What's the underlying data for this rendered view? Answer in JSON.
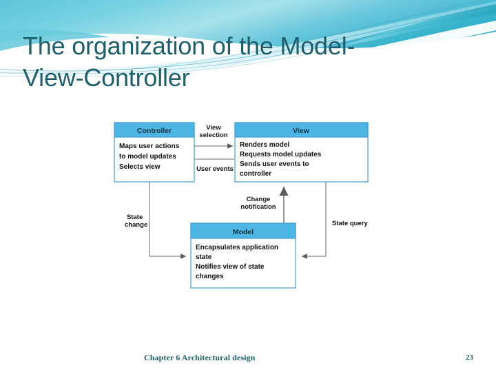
{
  "slide": {
    "title": "The organization of the Model-View-Controller",
    "title_line_1": "The organization of the Model-",
    "title_line_2": "View-Controller",
    "title_color": "#1f5f6b"
  },
  "theme": {
    "banner_teal": "#5fc8d8",
    "banner_blue": "#7fd3e8",
    "banner_deep": "#2aa8bd",
    "box_header_fill": "#4db6e4",
    "box_border": "#3f9ccd",
    "box_body_fill": "#ffffff",
    "arrow_color": "#808080",
    "text_dark": "#111111"
  },
  "diagram": {
    "type": "mvc-architecture",
    "boxes": [
      {
        "id": "controller",
        "title": "Controller",
        "lines": [
          "Maps user actions",
          "to model updates",
          "Selects view"
        ]
      },
      {
        "id": "view",
        "title": "View",
        "lines": [
          "Renders model",
          "Requests model updates",
          "Sends user events to",
          "controller"
        ]
      },
      {
        "id": "model",
        "title": "Model",
        "lines": [
          "Encapsulates application",
          "state",
          "Notifies view of state",
          "changes"
        ]
      }
    ],
    "edges": [
      {
        "id": "view-selection",
        "label_line_1": "View",
        "label_line_2": "selection",
        "from": "controller",
        "to": "view"
      },
      {
        "id": "user-events",
        "label_line_1": "User events",
        "label_line_2": "",
        "from": "view",
        "to": "controller"
      },
      {
        "id": "state-change",
        "label_line_1": "State",
        "label_line_2": "change",
        "from": "controller",
        "to": "model"
      },
      {
        "id": "change-notification",
        "label_line_1": "Change",
        "label_line_2": "notification",
        "from": "model",
        "to": "view"
      },
      {
        "id": "state-query",
        "label_line_1": "State query",
        "label_line_2": "",
        "from": "view",
        "to": "model"
      }
    ]
  },
  "footer": {
    "text": "Chapter 6 Architectural design",
    "page_number": "23"
  }
}
